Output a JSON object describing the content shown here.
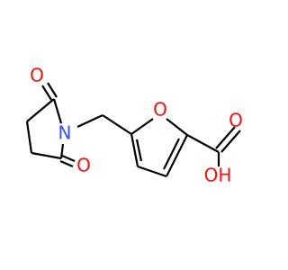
{
  "molecule": {
    "atoms": {
      "ketone_o_top": {
        "element": "O",
        "label": "O",
        "color": "#ff0d0d"
      },
      "ketone_o_bottom": {
        "element": "O",
        "label": "O",
        "color": "#ff0d0d"
      },
      "imide_n": {
        "element": "N",
        "label": "N",
        "color": "#3050f8"
      },
      "furan_o": {
        "element": "O",
        "label": "O",
        "color": "#ff0d0d"
      },
      "acid_o_double": {
        "element": "O",
        "label": "O",
        "color": "#ff0d0d"
      },
      "acid_oh": {
        "element": "O",
        "label": "OH",
        "color": "#ff0d0d"
      }
    },
    "bond_color": "#000000"
  }
}
